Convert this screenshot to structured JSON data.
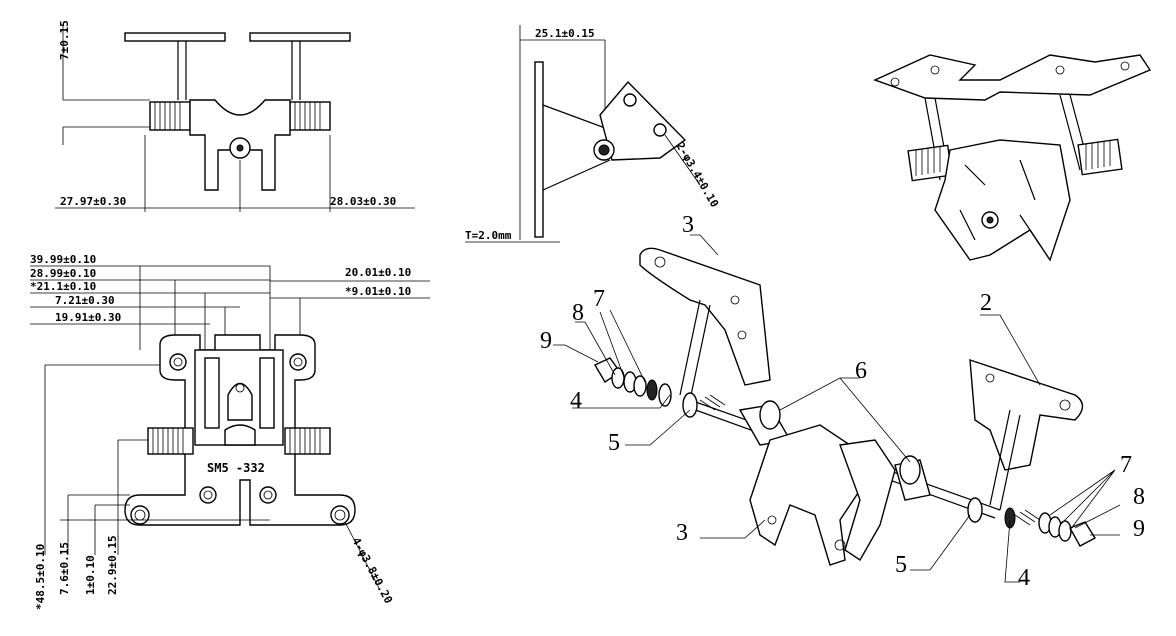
{
  "drawing": {
    "front_view": {
      "dims": [
        "7±0.15",
        "27.97±0.30",
        "28.03±0.30"
      ]
    },
    "top_view": {
      "dims": [
        "39.99±0.10",
        "28.99±0.10",
        "*21.1±0.10",
        "7.21±0.30",
        "19.91±0.30",
        "20.01±0.10",
        "*9.01±0.10"
      ],
      "vertical_dims": [
        "*48.5±0.10",
        "7.6±0.15",
        "1±0.10",
        "22.9±0.15"
      ],
      "hole_note": "4-φ3.8±0.20",
      "part_mark": "SM5 -332"
    },
    "side_view": {
      "dims": [
        "25.1±0.15",
        "2-φ3.4±0.10",
        "T=2.0mm"
      ]
    },
    "callouts": {
      "left_group": [
        "3",
        "9",
        "8",
        "7",
        "4",
        "5",
        "6",
        "3"
      ],
      "right_group": [
        "2",
        "7",
        "8",
        "9",
        "5",
        "4"
      ]
    }
  }
}
